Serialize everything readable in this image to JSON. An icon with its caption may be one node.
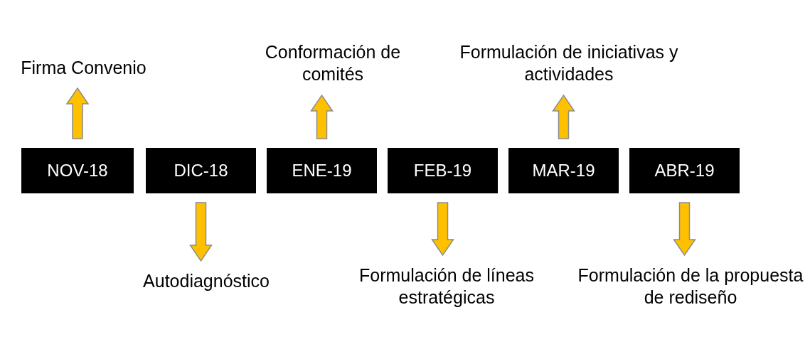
{
  "diagram": {
    "nodes": [
      {
        "text": [
          "Firma Convenio"
        ]
      },
      {
        "text": [
          "Conformación de comités"
        ]
      },
      {
        "text": [
          "Formulación de iniciativas y actividades"
        ]
      },
      {
        "text": [
          "NOV-18"
        ]
      },
      {
        "text": [
          "DIC-18"
        ]
      },
      {
        "text": [
          "ENE-19"
        ]
      },
      {
        "text": [
          "FEB-19"
        ]
      },
      {
        "text": [
          "MAR-19"
        ]
      },
      {
        "text": [
          "ABR-19"
        ]
      },
      {
        "text": [
          "Autodiagnóstico"
        ]
      },
      {
        "text": [
          "Formulación de líneas estratégicas"
        ]
      },
      {
        "text": [
          "Formulación de la propuesta de rediseño"
        ]
      }
    ],
    "edges": [
      {
        "from": 3,
        "to": 0,
        "arrow": "to"
      },
      {
        "from": 4,
        "to": 9,
        "arrow": "to"
      },
      {
        "from": 5,
        "to": 1,
        "arrow": "to"
      },
      {
        "from": 6,
        "to": 10,
        "arrow": "to"
      },
      {
        "from": 7,
        "to": 2,
        "arrow": "to"
      },
      {
        "from": 8,
        "to": 11,
        "arrow": "to"
      }
    ]
  }
}
